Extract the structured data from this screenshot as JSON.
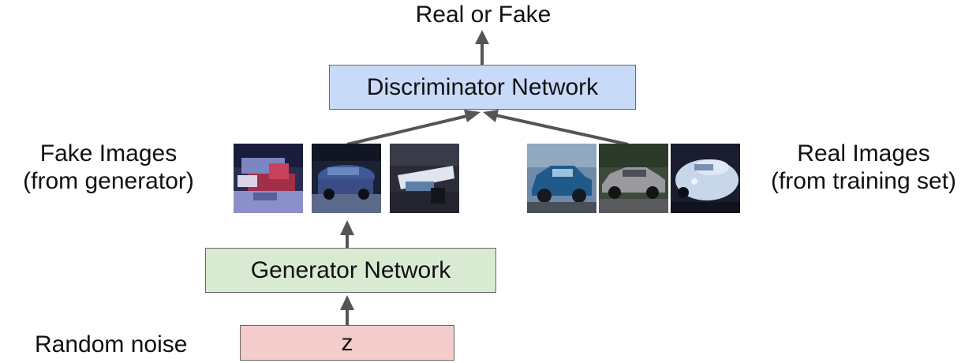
{
  "output_label": "Real or Fake",
  "discriminator": {
    "label": "Discriminator Network",
    "fill": "#c9daf8"
  },
  "generator": {
    "label": "Generator Network",
    "fill": "#d9ead3"
  },
  "noise_box": {
    "label": "z",
    "fill": "#f4cccc"
  },
  "noise_label": "Random noise",
  "fake_images": {
    "label_line1": "Fake Images",
    "label_line2": "(from generator)",
    "thumbnails": [
      "fake-car-image-1",
      "fake-car-image-2",
      "fake-car-image-3"
    ]
  },
  "real_images": {
    "label_line1": "Real Images",
    "label_line2": "(from training set)",
    "thumbnails": [
      "real-car-image-1",
      "real-car-image-2",
      "real-car-image-3"
    ]
  },
  "colors": {
    "arrow": "#555555",
    "border": "#666666",
    "text": "#111111"
  }
}
